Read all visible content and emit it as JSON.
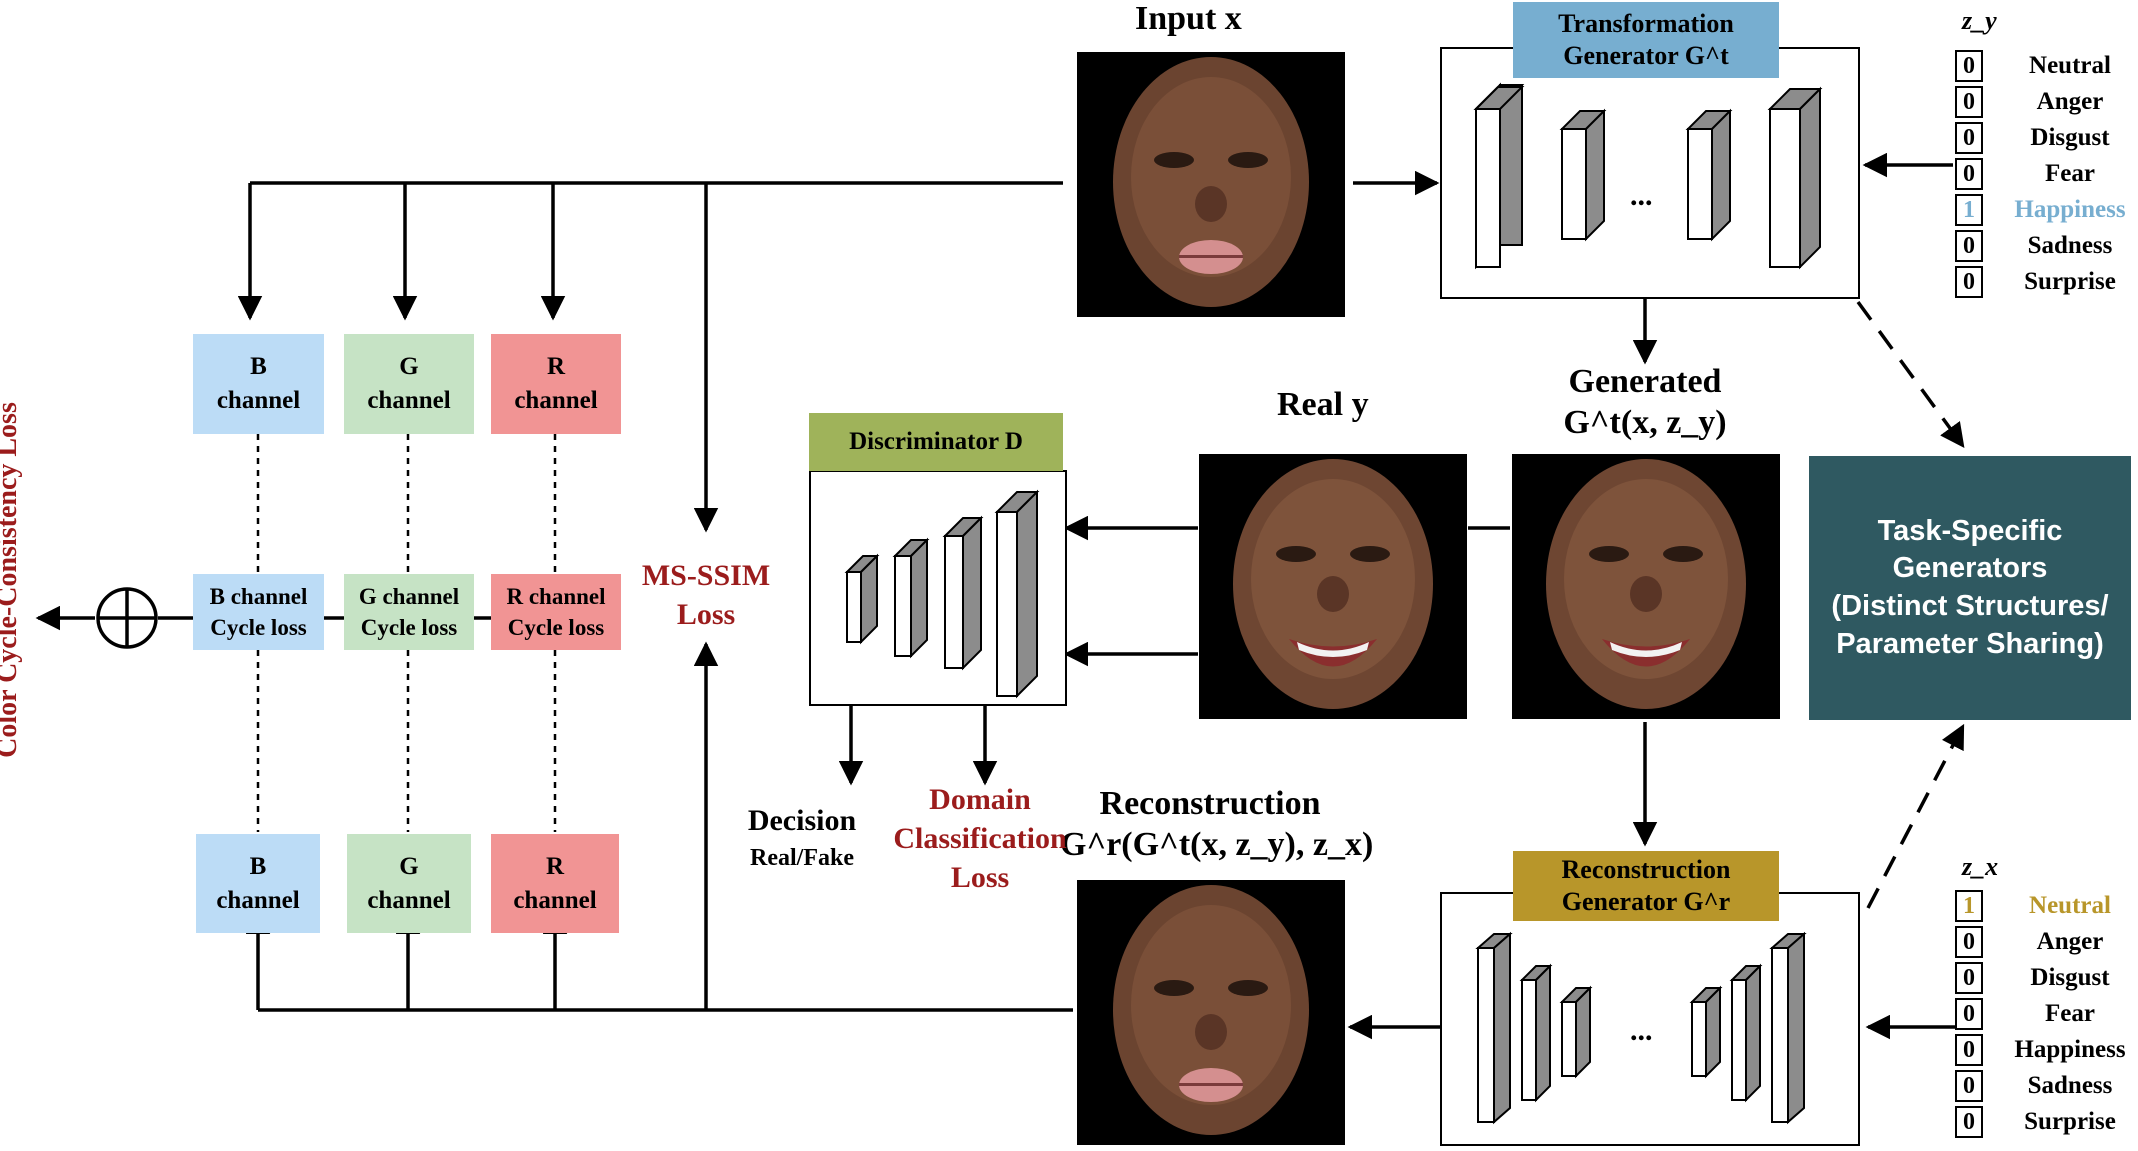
{
  "labels": {
    "input_x": "Input x",
    "real_y": "Real y",
    "generated": "Generated",
    "generated_expr": "G^t(x, z_y)",
    "reconstruction": "Reconstruction",
    "reconstruction_expr": "G^r(G^t(x, z_y), z_x)",
    "ms_ssim_line1": "MS-SSIM",
    "ms_ssim_line2": "Loss",
    "decision_line1": "Decision",
    "decision_line2": "Real/Fake",
    "domain_line1": "Domain",
    "domain_line2": "Classification",
    "domain_line3": "Loss",
    "color_cycle_loss": "Color Cycle-Consistency Loss",
    "dots": "..."
  },
  "transformation_generator": {
    "line1": "Transformation",
    "line2": "Generator G^t"
  },
  "reconstruction_generator": {
    "line1": "Reconstruction",
    "line2": "Generator G^r"
  },
  "discriminator": {
    "title": "Discriminator D"
  },
  "task_specific": {
    "line1": "Task-Specific",
    "line2": "Generators",
    "line3": "(Distinct Structures/",
    "line4": "Parameter Sharing)"
  },
  "channels_top": [
    {
      "line1": "B",
      "line2": "channel"
    },
    {
      "line1": "G",
      "line2": "channel"
    },
    {
      "line1": "R",
      "line2": "channel"
    }
  ],
  "channels_mid": [
    {
      "line1": "B channel",
      "line2": "Cycle loss"
    },
    {
      "line1": "G channel",
      "line2": "Cycle loss"
    },
    {
      "line1": "R channel",
      "line2": "Cycle loss"
    }
  ],
  "channels_bottom": [
    {
      "line1": "B",
      "line2": "channel"
    },
    {
      "line1": "G",
      "line2": "channel"
    },
    {
      "line1": "R",
      "line2": "channel"
    }
  ],
  "z_y": {
    "title": "z_y",
    "rows": [
      {
        "value": "0",
        "label": "Neutral"
      },
      {
        "value": "0",
        "label": "Anger"
      },
      {
        "value": "0",
        "label": "Disgust"
      },
      {
        "value": "0",
        "label": "Fear"
      },
      {
        "value": "1",
        "label": "Happiness"
      },
      {
        "value": "0",
        "label": "Sadness"
      },
      {
        "value": "0",
        "label": "Surprise"
      }
    ]
  },
  "z_x": {
    "title": "z_x",
    "rows": [
      {
        "value": "1",
        "label": "Neutral"
      },
      {
        "value": "0",
        "label": "Anger"
      },
      {
        "value": "0",
        "label": "Disgust"
      },
      {
        "value": "0",
        "label": "Fear"
      },
      {
        "value": "0",
        "label": "Happiness"
      },
      {
        "value": "0",
        "label": "Sadness"
      },
      {
        "value": "0",
        "label": "Surprise"
      }
    ]
  },
  "colors": {
    "transformation_header": "#77aed0",
    "reconstruction_header": "#b8962a",
    "discriminator_header": "#9fb35a",
    "task_specific_bg": "#2f5961",
    "loss_text": "#9b1c1c",
    "happiness_active": "#77aed0",
    "neutral_active": "#b8962a",
    "channel_blue": "#bcdcf6",
    "channel_green": "#c6e3c5",
    "channel_red": "#f19494"
  }
}
